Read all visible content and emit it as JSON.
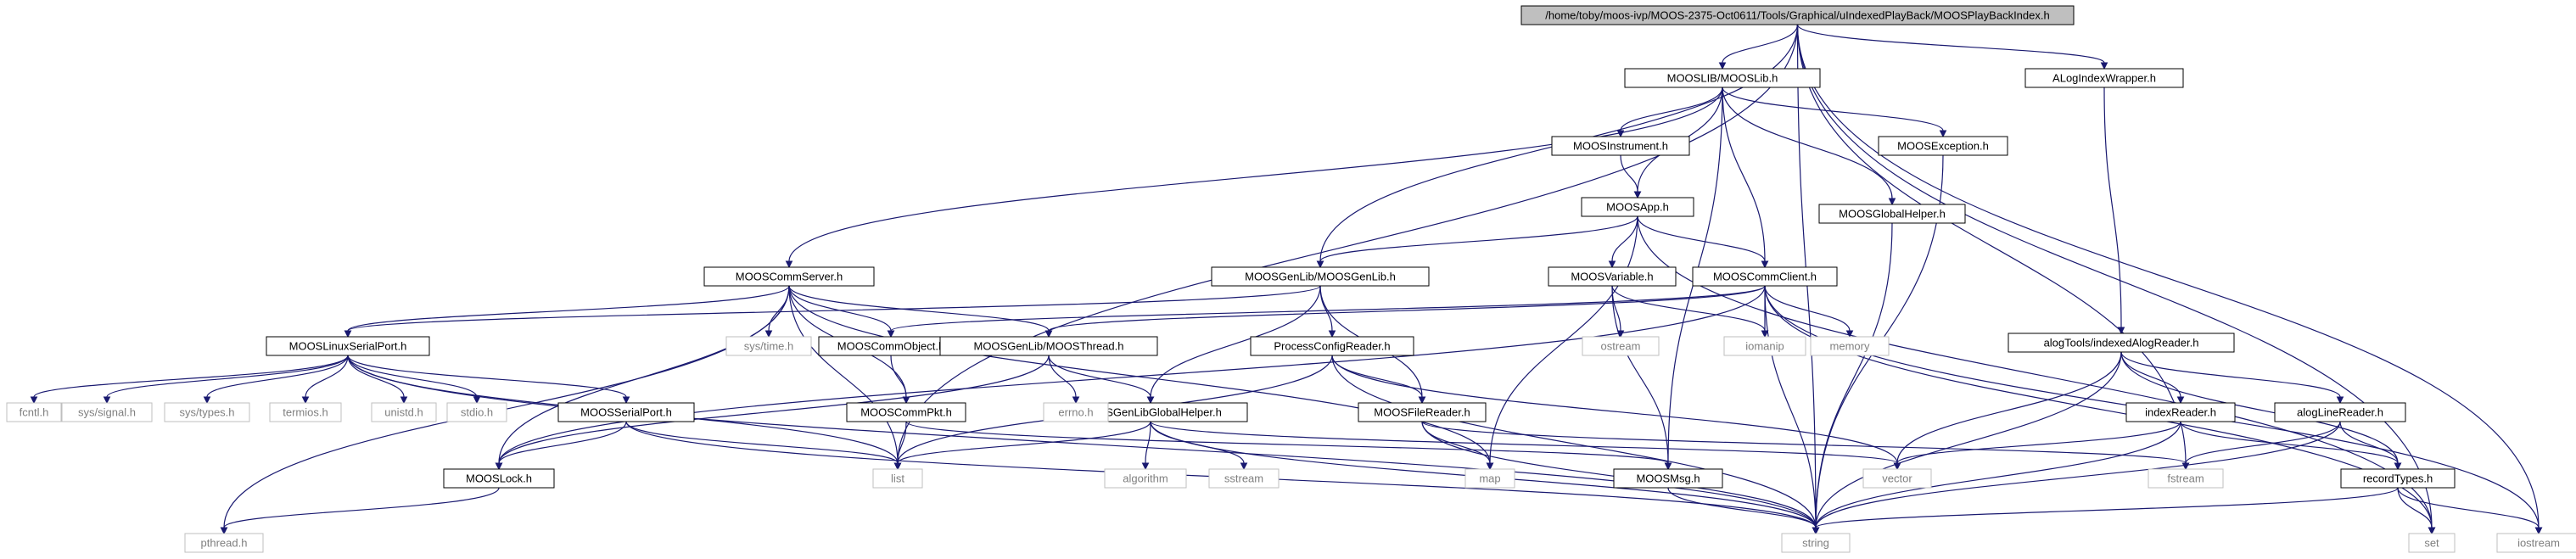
{
  "graph": {
    "nodes": [
      {
        "id": "root",
        "label": "/home/toby/moos-ivp/MOOS-2375-Oct0611/Tools/Graphical/uIndexedPlayBack/MOOSPlayBackIndex.h",
        "kind": "root"
      },
      {
        "id": "mooslib",
        "label": "MOOSLIB/MOOSLib.h",
        "kind": "local"
      },
      {
        "id": "alogwrap",
        "label": "ALogIndexWrapper.h",
        "kind": "local"
      },
      {
        "id": "instrument",
        "label": "MOOSInstrument.h",
        "kind": "local"
      },
      {
        "id": "exception",
        "label": "MOOSException.h",
        "kind": "local"
      },
      {
        "id": "app",
        "label": "MOOSApp.h",
        "kind": "local"
      },
      {
        "id": "globalhelper",
        "label": "MOOSGlobalHelper.h",
        "kind": "local"
      },
      {
        "id": "commserver",
        "label": "MOOSCommServer.h",
        "kind": "local"
      },
      {
        "id": "genlib",
        "label": "MOOSGenLib/MOOSGenLib.h",
        "kind": "local"
      },
      {
        "id": "variable",
        "label": "MOOSVariable.h",
        "kind": "local"
      },
      {
        "id": "commclient",
        "label": "MOOSCommClient.h",
        "kind": "local"
      },
      {
        "id": "alogtools",
        "label": "alogTools/indexedAlogReader.h",
        "kind": "local"
      },
      {
        "id": "linuxserial",
        "label": "MOOSLinuxSerialPort.h",
        "kind": "local"
      },
      {
        "id": "commobject",
        "label": "MOOSCommObject.h",
        "kind": "local"
      },
      {
        "id": "thread",
        "label": "MOOSGenLib/MOOSThread.h",
        "kind": "local"
      },
      {
        "id": "procconfig",
        "label": "ProcessConfigReader.h",
        "kind": "local"
      },
      {
        "id": "indexreader",
        "label": "indexReader.h",
        "kind": "local"
      },
      {
        "id": "alogline",
        "label": "alogLineReader.h",
        "kind": "local"
      },
      {
        "id": "serialport",
        "label": "MOOSSerialPort.h",
        "kind": "local"
      },
      {
        "id": "commpkt",
        "label": "MOOSCommPkt.h",
        "kind": "local"
      },
      {
        "id": "globallibhelper",
        "label": "MOOSGenLibGlobalHelper.h",
        "kind": "local"
      },
      {
        "id": "filereader",
        "label": "MOOSFileReader.h",
        "kind": "local"
      },
      {
        "id": "recordtypes",
        "label": "recordTypes.h",
        "kind": "local"
      },
      {
        "id": "lock",
        "label": "MOOSLock.h",
        "kind": "local"
      },
      {
        "id": "msg",
        "label": "MOOSMsg.h",
        "kind": "local"
      },
      {
        "id": "systime",
        "label": "sys/time.h",
        "kind": "sys"
      },
      {
        "id": "ostream",
        "label": "ostream",
        "kind": "sys"
      },
      {
        "id": "iomanip",
        "label": "iomanip",
        "kind": "sys"
      },
      {
        "id": "memory",
        "label": "memory",
        "kind": "sys"
      },
      {
        "id": "fcntl",
        "label": "fcntl.h",
        "kind": "sys"
      },
      {
        "id": "syssignal",
        "label": "sys/signal.h",
        "kind": "sys"
      },
      {
        "id": "systypes",
        "label": "sys/types.h",
        "kind": "sys"
      },
      {
        "id": "termios",
        "label": "termios.h",
        "kind": "sys"
      },
      {
        "id": "unistd",
        "label": "unistd.h",
        "kind": "sys"
      },
      {
        "id": "stdio",
        "label": "stdio.h",
        "kind": "sys"
      },
      {
        "id": "errno",
        "label": "errno.h",
        "kind": "sys"
      },
      {
        "id": "algorithm",
        "label": "algorithm",
        "kind": "sys"
      },
      {
        "id": "sstream",
        "label": "sstream",
        "kind": "sys"
      },
      {
        "id": "list",
        "label": "list",
        "kind": "sys"
      },
      {
        "id": "map",
        "label": "map",
        "kind": "sys"
      },
      {
        "id": "vector",
        "label": "vector",
        "kind": "sys"
      },
      {
        "id": "fstream",
        "label": "fstream",
        "kind": "sys"
      },
      {
        "id": "pthread",
        "label": "pthread.h",
        "kind": "sys"
      },
      {
        "id": "string",
        "label": "string",
        "kind": "sys"
      },
      {
        "id": "set",
        "label": "set",
        "kind": "sys"
      },
      {
        "id": "iostream",
        "label": "iostream",
        "kind": "sys"
      }
    ],
    "edges": [
      [
        "root",
        "mooslib"
      ],
      [
        "root",
        "alogwrap"
      ],
      [
        "root",
        "list"
      ],
      [
        "root",
        "string"
      ],
      [
        "root",
        "set"
      ],
      [
        "root",
        "iostream"
      ],
      [
        "root",
        "genlib"
      ],
      [
        "root",
        "fstream"
      ],
      [
        "mooslib",
        "instrument"
      ],
      [
        "mooslib",
        "exception"
      ],
      [
        "mooslib",
        "app"
      ],
      [
        "mooslib",
        "globalhelper"
      ],
      [
        "mooslib",
        "commserver"
      ],
      [
        "mooslib",
        "commclient"
      ],
      [
        "mooslib",
        "msg"
      ],
      [
        "alogwrap",
        "alogtools"
      ],
      [
        "instrument",
        "app"
      ],
      [
        "exception",
        "string"
      ],
      [
        "app",
        "genlib"
      ],
      [
        "app",
        "variable"
      ],
      [
        "app",
        "commclient"
      ],
      [
        "app",
        "map"
      ],
      [
        "app",
        "set"
      ],
      [
        "globalhelper",
        "string"
      ],
      [
        "commserver",
        "systime"
      ],
      [
        "commserver",
        "commobject"
      ],
      [
        "commserver",
        "thread"
      ],
      [
        "commserver",
        "commpkt"
      ],
      [
        "commserver",
        "list"
      ],
      [
        "commserver",
        "map"
      ],
      [
        "commserver",
        "lock"
      ],
      [
        "commserver",
        "pthread"
      ],
      [
        "commserver",
        "linuxserial"
      ],
      [
        "genlib",
        "linuxserial"
      ],
      [
        "genlib",
        "procconfig"
      ],
      [
        "genlib",
        "filereader"
      ],
      [
        "genlib",
        "globallibhelper"
      ],
      [
        "variable",
        "ostream"
      ],
      [
        "variable",
        "iomanip"
      ],
      [
        "variable",
        "msg"
      ],
      [
        "commclient",
        "commobject"
      ],
      [
        "commclient",
        "thread"
      ],
      [
        "commclient",
        "iomanip"
      ],
      [
        "commclient",
        "memory"
      ],
      [
        "commclient",
        "string"
      ],
      [
        "commclient",
        "set"
      ],
      [
        "commclient",
        "iostream"
      ],
      [
        "commclient",
        "lock"
      ],
      [
        "alogtools",
        "indexreader"
      ],
      [
        "alogtools",
        "alogline"
      ],
      [
        "alogtools",
        "recordtypes"
      ],
      [
        "alogtools",
        "vector"
      ],
      [
        "alogtools",
        "string"
      ],
      [
        "linuxserial",
        "fcntl"
      ],
      [
        "linuxserial",
        "syssignal"
      ],
      [
        "linuxserial",
        "systypes"
      ],
      [
        "linuxserial",
        "termios"
      ],
      [
        "linuxserial",
        "unistd"
      ],
      [
        "linuxserial",
        "stdio"
      ],
      [
        "linuxserial",
        "serialport"
      ],
      [
        "linuxserial",
        "list"
      ],
      [
        "linuxserial",
        "string"
      ],
      [
        "commobject",
        "commpkt"
      ],
      [
        "thread",
        "errno"
      ],
      [
        "thread",
        "globallibhelper"
      ],
      [
        "thread",
        "lock"
      ],
      [
        "procconfig",
        "filereader"
      ],
      [
        "procconfig",
        "list"
      ],
      [
        "procconfig",
        "string"
      ],
      [
        "procconfig",
        "vector"
      ],
      [
        "indexreader",
        "recordtypes"
      ],
      [
        "indexreader",
        "vector"
      ],
      [
        "indexreader",
        "string"
      ],
      [
        "alogline",
        "fstream"
      ],
      [
        "alogline",
        "recordtypes"
      ],
      [
        "alogline",
        "string"
      ],
      [
        "serialport",
        "lock"
      ],
      [
        "serialport",
        "list"
      ],
      [
        "serialport",
        "string"
      ],
      [
        "commpkt",
        "list"
      ],
      [
        "commpkt",
        "msg"
      ],
      [
        "globallibhelper",
        "algorithm"
      ],
      [
        "globallibhelper",
        "sstream"
      ],
      [
        "globallibhelper",
        "list"
      ],
      [
        "globallibhelper",
        "string"
      ],
      [
        "globallibhelper",
        "vector"
      ],
      [
        "filereader",
        "map"
      ],
      [
        "filereader",
        "string"
      ],
      [
        "filereader",
        "fstream"
      ],
      [
        "recordtypes",
        "string"
      ],
      [
        "recordtypes",
        "set"
      ],
      [
        "recordtypes",
        "iostream"
      ],
      [
        "lock",
        "pthread"
      ],
      [
        "msg",
        "string"
      ]
    ]
  },
  "colors": {
    "root_fill": "#bfbfbf",
    "local_border": "#000000",
    "system_border": "#bfbfbf",
    "system_text": "#7f7f7f",
    "edge": "#191970"
  }
}
